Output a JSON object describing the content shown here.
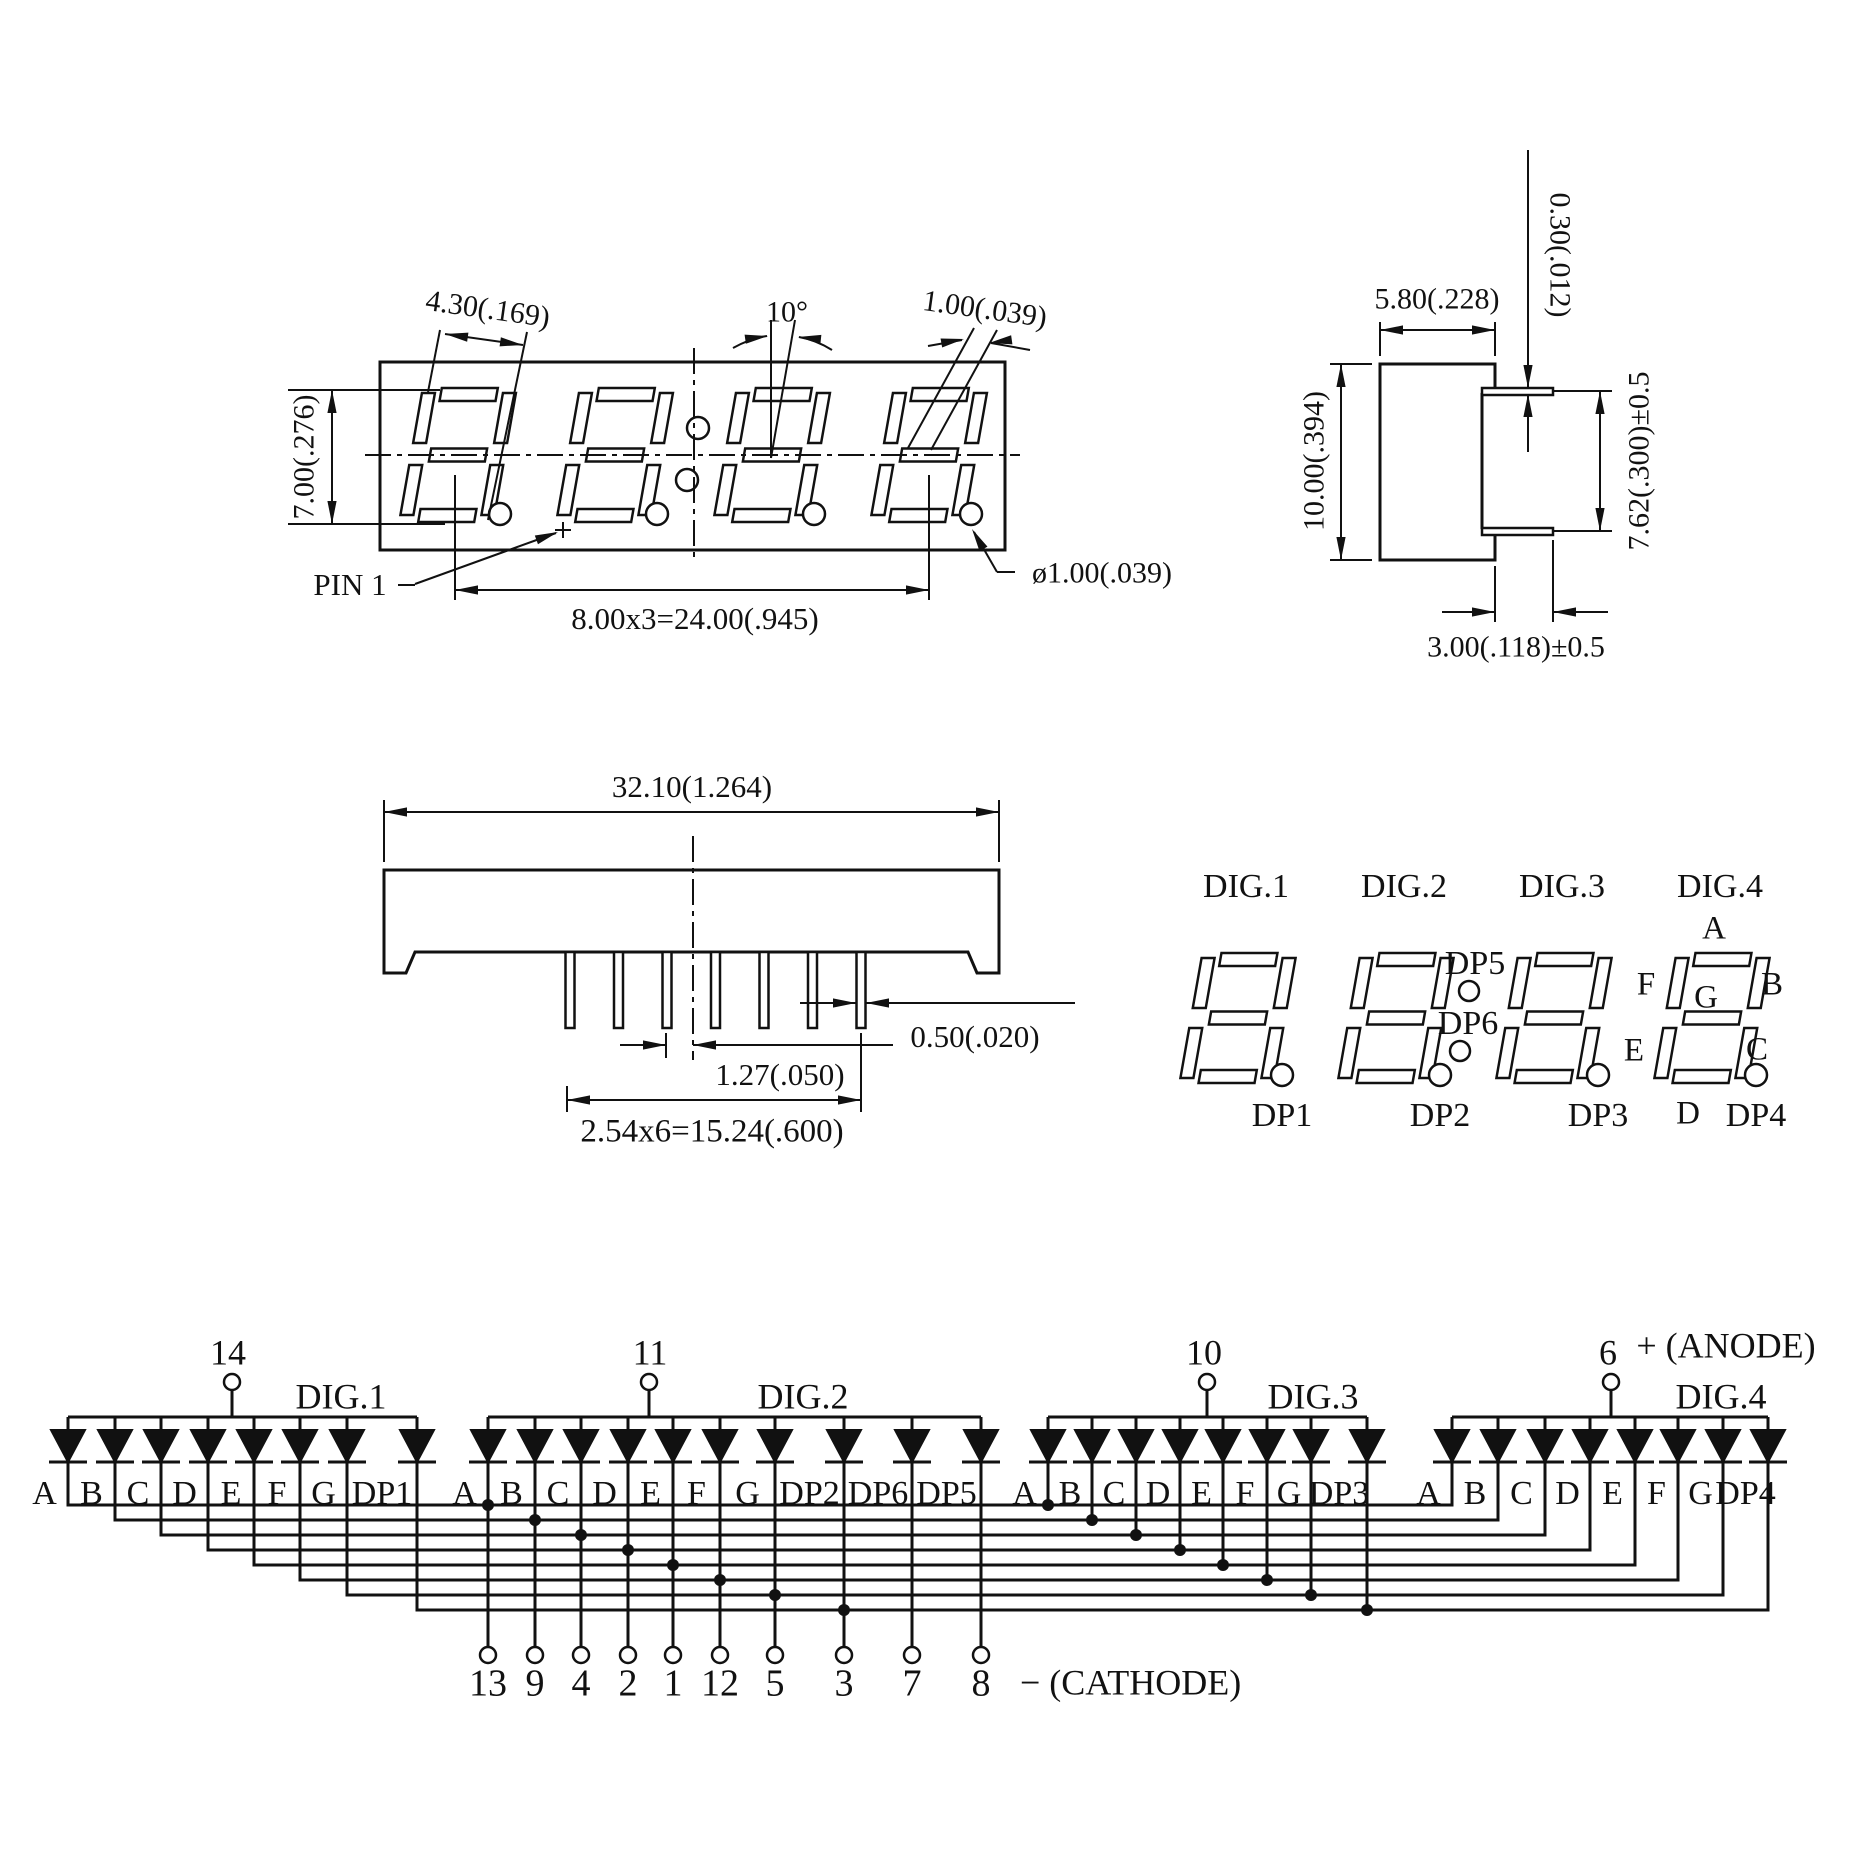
{
  "front_view": {
    "pin1_label": "PIN 1",
    "dims": {
      "char_width": "4.30(.169)",
      "slant_angle": "10°",
      "segment_width": "1.00(.039)",
      "char_height": "7.00(.276)",
      "digit_pitch": "8.00x3=24.00(.945)",
      "dp_diameter": "ø1.00(.039)"
    }
  },
  "side_view": {
    "dims": {
      "body_width": "5.80(.228)",
      "lead_thickness": "0.30(.012)",
      "body_height": "10.00(.394)",
      "lead_row_spacing": "7.62(.300)±0.5",
      "lead_length": "3.00(.118)±0.5"
    }
  },
  "bottom_view": {
    "dims": {
      "overall_width": "32.10(1.264)",
      "lead_width": "0.50(.020)",
      "center_offset": "1.27(.050)",
      "lead_span": "2.54x6=15.24(.600)"
    }
  },
  "segment_diagram": {
    "digit_labels": [
      "DIG.1",
      "DIG.2",
      "DIG.3",
      "DIG.4"
    ],
    "dp_labels": [
      "DP1",
      "DP2",
      "DP3",
      "DP4"
    ],
    "colon_upper": "DP5",
    "colon_lower": "DP6",
    "dig4_segment_labels": {
      "A": "A",
      "B": "B",
      "C": "C",
      "D": "D",
      "E": "E",
      "F": "F",
      "G": "G"
    }
  },
  "circuit": {
    "anode_label": "+ (ANODE)",
    "cathode_label": "− (CATHODE)",
    "groups": [
      {
        "pin": "14",
        "label": "DIG.1",
        "segments": [
          "A",
          "B",
          "C",
          "D",
          "E",
          "F",
          "G",
          "DP1"
        ]
      },
      {
        "pin": "11",
        "label": "DIG.2",
        "segments": [
          "A",
          "B",
          "C",
          "D",
          "E",
          "F",
          "G",
          "DP2",
          "DP6",
          "DP5"
        ]
      },
      {
        "pin": "10",
        "label": "DIG.3",
        "segments": [
          "A",
          "B",
          "C",
          "D",
          "E",
          "F",
          "G",
          "DP3"
        ]
      },
      {
        "pin": "6",
        "label": "DIG.4",
        "segments": [
          "A",
          "B",
          "C",
          "D",
          "E",
          "F",
          "G",
          "DP4"
        ]
      }
    ],
    "cathode_pins": [
      "13",
      "9",
      "4",
      "2",
      "1",
      "12",
      "5",
      "3",
      "7",
      "8"
    ]
  }
}
